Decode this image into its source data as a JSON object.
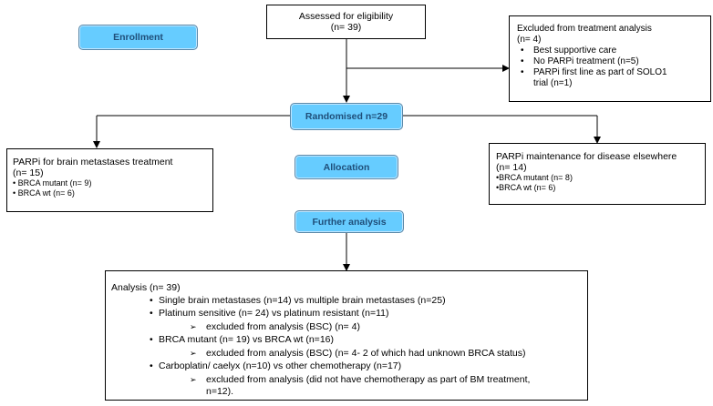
{
  "assessed": {
    "line1": "Assessed for eligibility",
    "line2": "(n= 39)"
  },
  "enrollment_label": "Enrollment",
  "excluded": {
    "title": "Excluded from treatment analysis",
    "n": "(n= 4)",
    "items": [
      "Best supportive care",
      "No PARPi treatment (n=5)",
      "PARPi first line as part of SOLO1",
      "trial (n=1)"
    ]
  },
  "randomised_label": "Randomised n=29",
  "allocation_label": "Allocation",
  "further_label": "Further analysis",
  "left_box": {
    "title": "PARPi for brain metastases treatment",
    "n": "(n= 15)",
    "items": [
      "• BRCA mutant (n= 9)",
      "• BRCA wt (n= 6)"
    ]
  },
  "right_box": {
    "title": "PARPi maintenance for disease elsewhere",
    "n": "(n= 14)",
    "items": [
      "•BRCA mutant (n= 8)",
      "•BRCA wt (n= 6)"
    ]
  },
  "analysis": {
    "title": "Analysis (n= 39)",
    "bullet1": "Single brain metastases (n=14) vs multiple brain metastases (n=25)",
    "bullet2": "Platinum sensitive (n= 24) vs platinum resistant (n=11)",
    "sub2": "excluded from analysis (BSC) (n= 4)",
    "bullet3": "BRCA mutant (n= 19) vs BRCA wt (n=16)",
    "sub3": "excluded from analysis (BSC) (n= 4- 2 of which had unknown BRCA status)",
    "bullet4": "Carboplatin/ caelyx (n=10) vs other chemotherapy (n=17)",
    "sub4a": "excluded from analysis (did not have chemotherapy as part of BM treatment,",
    "sub4b": "n=12)."
  }
}
